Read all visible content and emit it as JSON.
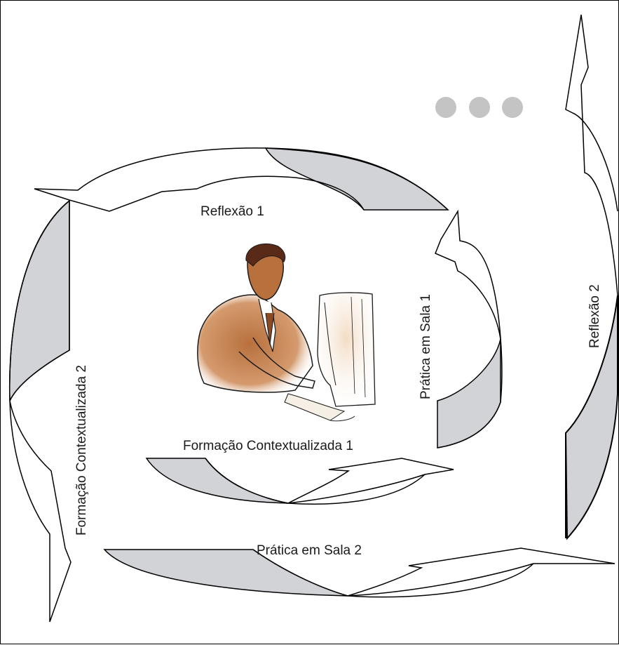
{
  "diagram": {
    "labels": {
      "reflexao_1": "Reflexão 1",
      "reflexao_2": "Reflexão 2",
      "pratica_sala_1": "Prática em Sala 1",
      "pratica_sala_2": "Prática em Sala 2",
      "formacao_contextualizada_1": "Formação Contextualizada 1",
      "formacao_contextualizada_2": "Formação Contextualizada 2"
    },
    "colors": {
      "arrow_shadow": "#d2d3d6",
      "arrow_outline": "#000000",
      "dots": "#c4c4c4",
      "figure_skin": "#b8703d"
    },
    "icons": {
      "continuation": "ellipsis-icon",
      "center_figure": "person-at-computer-icon"
    }
  }
}
